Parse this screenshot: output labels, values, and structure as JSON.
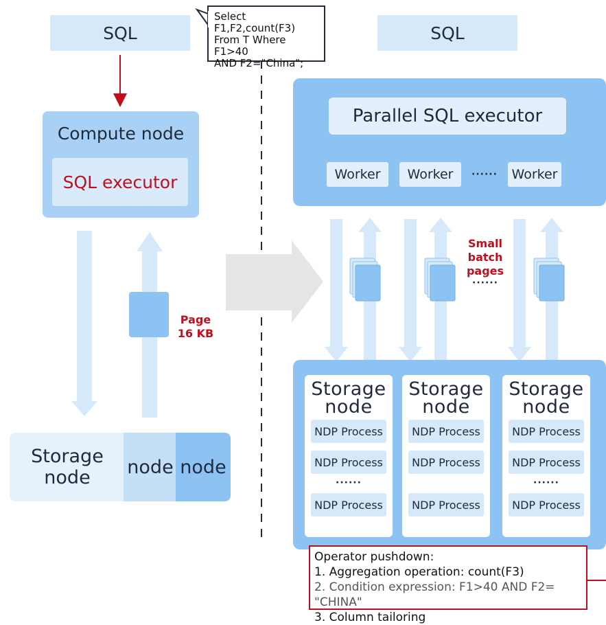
{
  "left": {
    "sql_label": "SQL",
    "compute_title": "Compute node",
    "executor_label": "SQL executor",
    "page_label_line1": "Page",
    "page_label_line2": "16 KB",
    "storage_strip": [
      "Storage node",
      "node",
      "node"
    ]
  },
  "callout": {
    "line1": "Select F1,F2,count(F3)",
    "line2": "From T Where F1>40",
    "line3": "AND F2=\"China\";"
  },
  "right": {
    "sql_label": "SQL",
    "executor_label": "Parallel SQL executor",
    "workers": [
      "Worker",
      "Worker",
      "Worker"
    ],
    "worker_ellipsis": "······",
    "batch_label_line1": "Small",
    "batch_label_line2": "batch",
    "batch_label_line3": "pages",
    "batch_ellipsis": "······",
    "storage_nodes": [
      {
        "title_line1": "Storage",
        "title_line2": "node",
        "processes": [
          "NDP Process",
          "NDP Process",
          "NDP Process"
        ],
        "ellipsis": "······"
      },
      {
        "title_line1": "Storage",
        "title_line2": "node",
        "processes": [
          "NDP Process",
          "NDP Process",
          "NDP Process"
        ],
        "ellipsis": ""
      },
      {
        "title_line1": "Storage",
        "title_line2": "node",
        "processes": [
          "NDP Process",
          "NDP Process",
          "NDP Process"
        ],
        "ellipsis": "······"
      }
    ]
  },
  "pushdown": {
    "title": "Operator pushdown:",
    "item1": "1. Aggregation operation: count(F3)",
    "item2": "2. Condition expression: F1>40 AND F2= \"CHINA\"",
    "item3": "3. Column tailoring"
  },
  "colors": {
    "accent_red": "#c20e1a",
    "panel_blue": "#8dc3f2",
    "light_blue": "#d6e9fb"
  }
}
